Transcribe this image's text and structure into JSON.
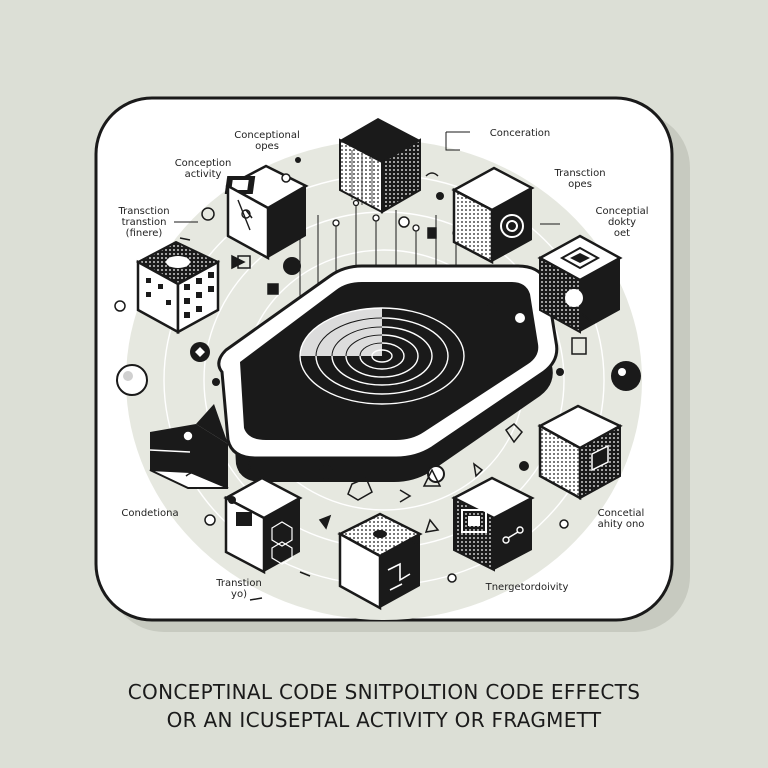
{
  "labels": {
    "top_center": "Conceptional\nopes",
    "top_left": "Conception\nactivity",
    "top_right_a": "Conceration",
    "top_right_b": "Transction\nopes",
    "left_upper": "Transction\ntranstion\n(finere)",
    "right_upper": "Conceptial\ndokty\noet",
    "left_lower": "Condetiona",
    "right_lower": "Concetial\nahity ono",
    "bottom_left": "Transtion\nyo)",
    "bottom_right": "Tnergetordoivity"
  },
  "caption": {
    "line1": "CONCEPTINAL CODE  SNITPOLTION  CODE EFFECTS",
    "line2": "OR AN ICUSEPTAL ACTIVITY  OR FRAGMETT"
  },
  "colors": {
    "background": "#dcdfd6",
    "panel": "#ffffff",
    "ink": "#1a1a1a",
    "ring": "#e6e8e0",
    "panel_shadow": "#c7cac0"
  }
}
